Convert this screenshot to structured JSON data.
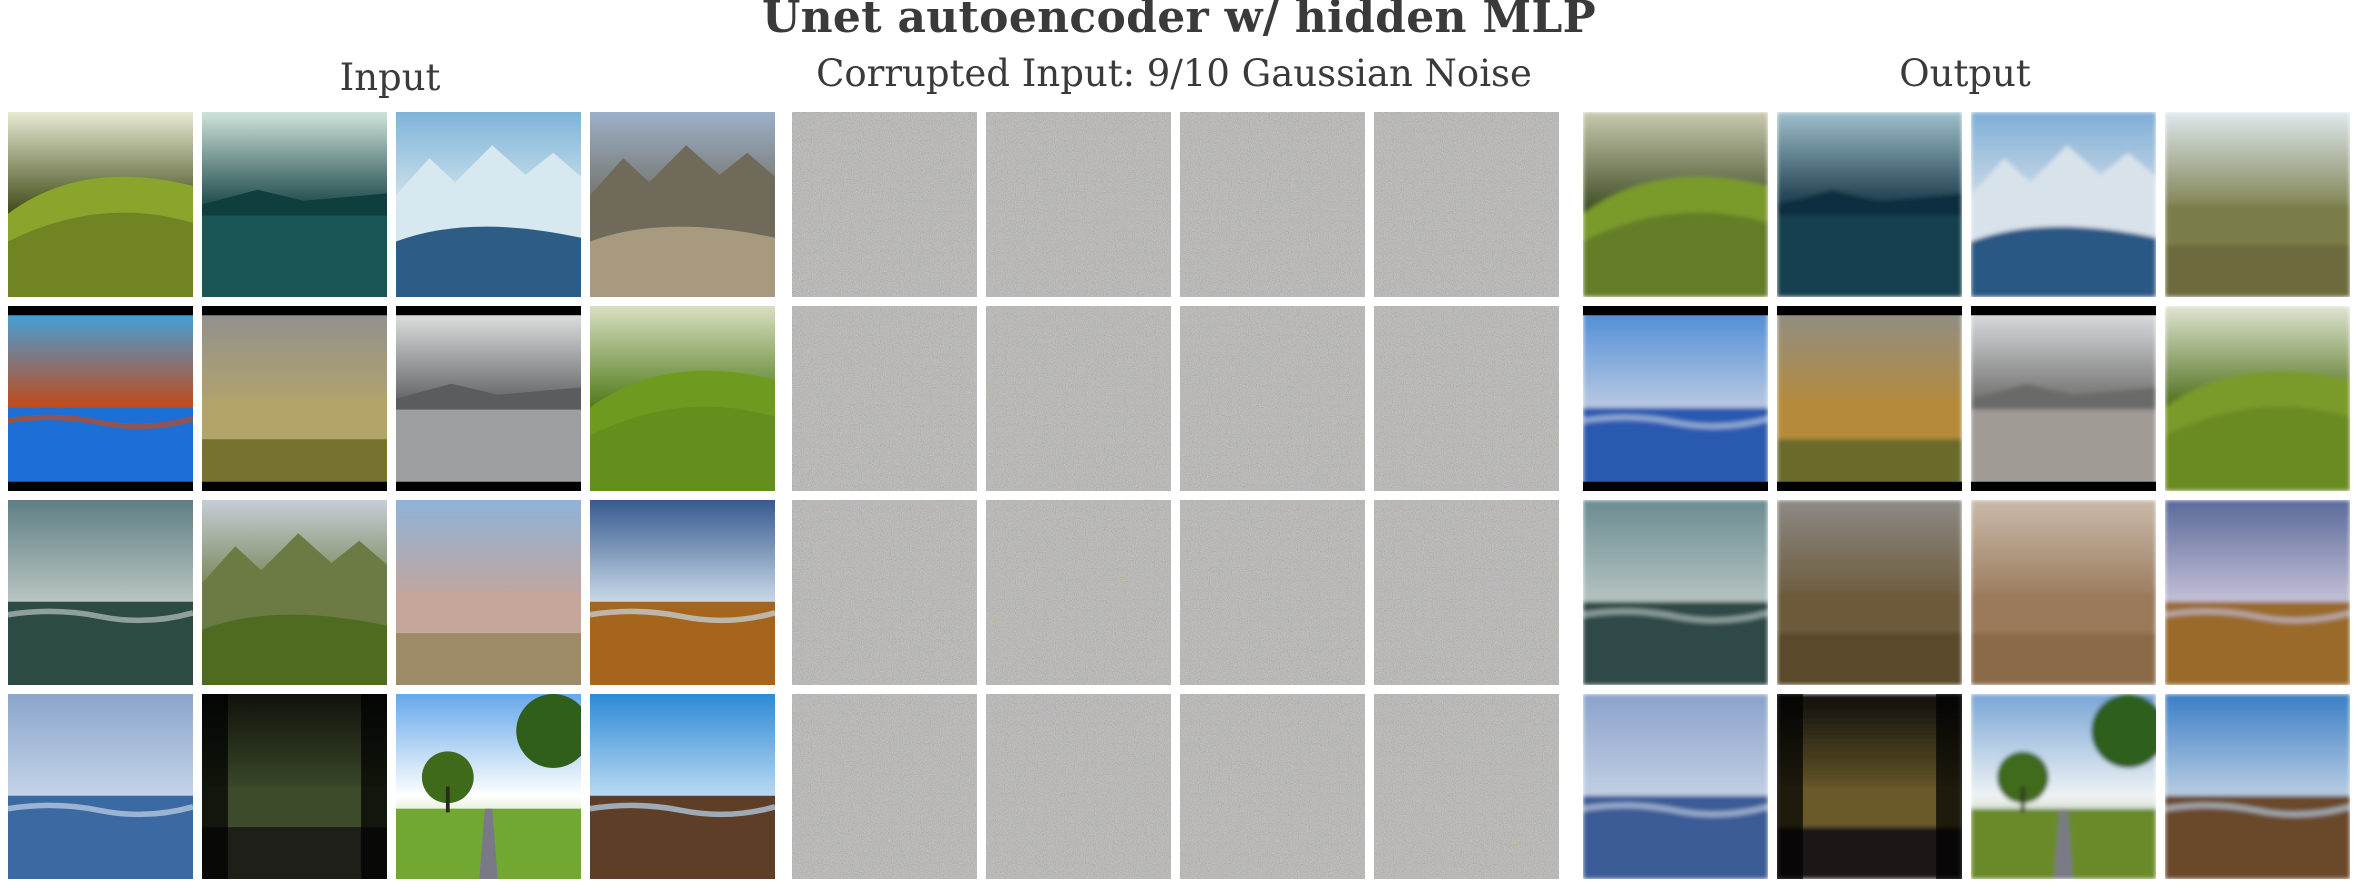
{
  "figure": {
    "title": "Unet autoencoder w/ hidden MLP"
  },
  "panels": {
    "input": {
      "title": "Input",
      "tiles": [
        {
          "id": "in-0-0",
          "sky": "#e8ead2",
          "mid": "#3e4a16",
          "ground": "#8aa42c",
          "kind": "hill"
        },
        {
          "id": "in-0-1",
          "sky": "#cfe3dc",
          "mid": "#0f3e3e",
          "ground": "#1a5655",
          "kind": "lake"
        },
        {
          "id": "in-0-2",
          "sky": "#7fb4d8",
          "mid": "#d8e8f0",
          "ground": "#2d5d86",
          "kind": "mountain"
        },
        {
          "id": "in-0-3",
          "sky": "#9bb0c9",
          "mid": "#6f6a5a",
          "ground": "#a79a7e",
          "kind": "mountain"
        },
        {
          "id": "in-1-0",
          "sky": "#3aa8e8",
          "mid": "#c24a1a",
          "ground": "#1c6fd6",
          "kind": "sea",
          "bars": true
        },
        {
          "id": "in-1-1",
          "sky": "#8e8f91",
          "mid": "#b3a46a",
          "ground": "#77732f",
          "kind": "field",
          "bars": true
        },
        {
          "id": "in-1-2",
          "sky": "#e9eaea",
          "mid": "#5b5c5e",
          "ground": "#9d9fa2",
          "kind": "lake",
          "bars": true
        },
        {
          "id": "in-1-3",
          "sky": "#d9dfc1",
          "mid": "#4f7a1a",
          "ground": "#6e9a20",
          "kind": "hill"
        },
        {
          "id": "in-2-0",
          "sky": "#5f7f84",
          "mid": "#b9c5c2",
          "ground": "#2d4b45",
          "kind": "sea"
        },
        {
          "id": "in-2-1",
          "sky": "#c6ced6",
          "mid": "#6c7b44",
          "ground": "#4f6b1f",
          "kind": "mountain"
        },
        {
          "id": "in-2-2",
          "sky": "#8fb3d8",
          "mid": "#c6a59a",
          "ground": "#9c8b66",
          "kind": "field"
        },
        {
          "id": "in-2-3",
          "sky": "#375a8f",
          "mid": "#c9d8e8",
          "ground": "#a5651c",
          "kind": "sea"
        },
        {
          "id": "in-3-0",
          "sky": "#8ba6cb",
          "mid": "#c4d4e8",
          "ground": "#3b6aa3",
          "kind": "sea"
        },
        {
          "id": "in-3-1",
          "sky": "#0f120c",
          "mid": "#3d4b2a",
          "ground": "#1d1f18",
          "kind": "field",
          "dark": true
        },
        {
          "id": "in-3-2",
          "sky": "#66a8ea",
          "mid": "#ffffff",
          "ground": "#70a832",
          "kind": "tree"
        },
        {
          "id": "in-3-3",
          "sky": "#2c8ad6",
          "mid": "#b9d9f2",
          "ground": "#5e3e26",
          "kind": "sea"
        }
      ]
    },
    "corrupted": {
      "title": "Corrupted Input: 9/10 Gaussian Noise"
    },
    "output": {
      "title": "Output",
      "tiles": [
        {
          "id": "out-0-0",
          "sky": "#c9c9b0",
          "mid": "#3b4a1f",
          "ground": "#7a9a2b",
          "kind": "hill"
        },
        {
          "id": "out-0-1",
          "sky": "#9fc0cc",
          "mid": "#0f2f3f",
          "ground": "#173f4f",
          "kind": "lake"
        },
        {
          "id": "out-0-2",
          "sky": "#7faed6",
          "mid": "#d8e2ea",
          "ground": "#2b5885",
          "kind": "mountain"
        },
        {
          "id": "out-0-3",
          "sky": "#dfe8ee",
          "mid": "#7a7d4a",
          "ground": "#6d6a3c",
          "kind": "field"
        },
        {
          "id": "out-1-0",
          "sky": "#4a8ad6",
          "mid": "#b9c9e2",
          "ground": "#2a5ab0",
          "kind": "sea",
          "bars": true
        },
        {
          "id": "out-1-1",
          "sky": "#8e8e88",
          "mid": "#b58a3a",
          "ground": "#6b6a2b",
          "kind": "field",
          "bars": true
        },
        {
          "id": "out-1-2",
          "sky": "#e1e4e8",
          "mid": "#6b6a68",
          "ground": "#a09a95",
          "kind": "lake",
          "bars": true
        },
        {
          "id": "out-1-3",
          "sky": "#dfe4d2",
          "mid": "#4d6f1a",
          "ground": "#7a9a2a",
          "kind": "hill"
        },
        {
          "id": "out-2-0",
          "sky": "#6a8c92",
          "mid": "#b5c3c0",
          "ground": "#2d4a46",
          "kind": "sea"
        },
        {
          "id": "out-2-1",
          "sky": "#8d8a86",
          "mid": "#6d5a3a",
          "ground": "#5a4a2a",
          "kind": "field"
        },
        {
          "id": "out-2-2",
          "sky": "#c9b9aa",
          "mid": "#9a7a5a",
          "ground": "#8a6a4a",
          "kind": "field"
        },
        {
          "id": "out-2-3",
          "sky": "#5a6a9a",
          "mid": "#c4c0d6",
          "ground": "#9a6a2a",
          "kind": "sea"
        },
        {
          "id": "out-3-0",
          "sky": "#8aa2cb",
          "mid": "#c2cfe3",
          "ground": "#3b5c96",
          "kind": "sea"
        },
        {
          "id": "out-3-1",
          "sky": "#0e0e0c",
          "mid": "#6a5a2a",
          "ground": "#1a1814",
          "kind": "field",
          "dark": true
        },
        {
          "id": "out-3-2",
          "sky": "#7aa6d6",
          "mid": "#eef2f4",
          "ground": "#6b8a2a",
          "kind": "tree"
        },
        {
          "id": "out-3-3",
          "sky": "#3b7ec6",
          "mid": "#b9cde2",
          "ground": "#6b4a2a",
          "kind": "sea"
        }
      ]
    }
  }
}
